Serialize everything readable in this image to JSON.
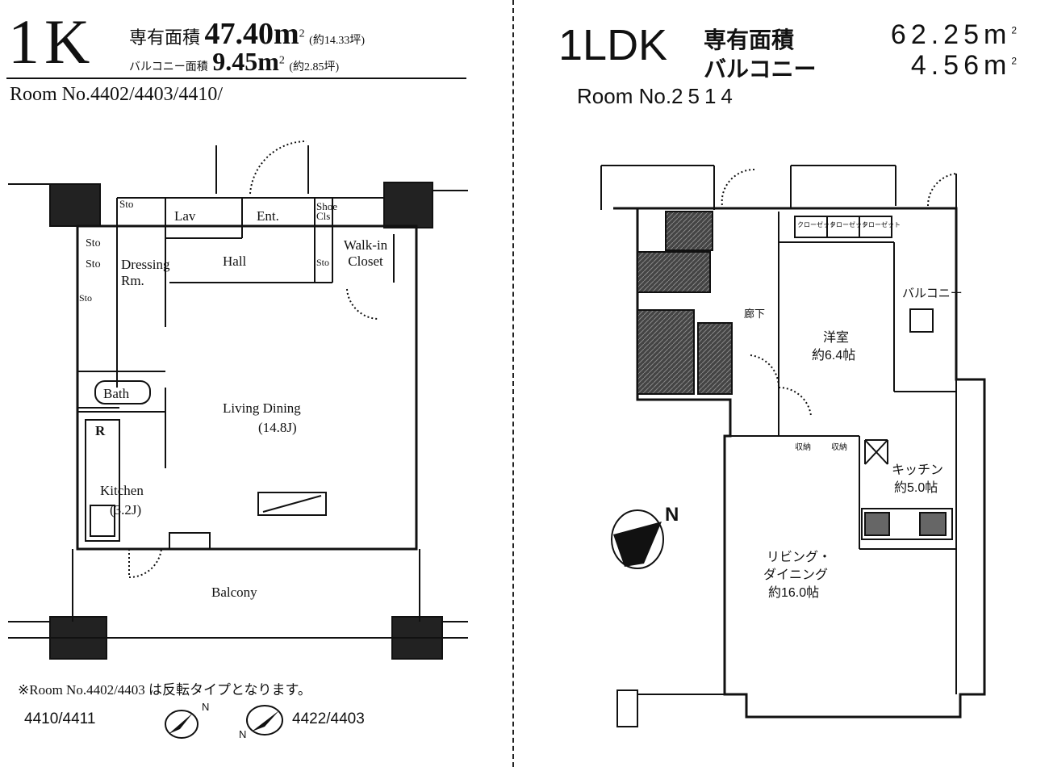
{
  "left": {
    "type": "1K",
    "exclusive_label": "専有面積",
    "exclusive_area": "47.40m",
    "exclusive_sup": "2",
    "exclusive_tsubo": "(約14.33坪)",
    "balcony_label": "バルコニー面積",
    "balcony_area": "9.45m",
    "balcony_sup": "2",
    "balcony_tsubo": "(約2.85坪)",
    "room_no": "Room No.4402/4403/4410/",
    "rooms": {
      "sto_top": "Sto",
      "lav": "Lav",
      "ent": "Ent.",
      "shoe_cls": "Shoe Cls",
      "walk_in_closet": "Walk-in Closet",
      "sto_1": "Sto",
      "sto_2": "Sto",
      "sto_side": "Sto",
      "sto_shoe": "Sto",
      "dressing_rm": "Dressing Rm.",
      "hall": "Hall",
      "bath": "Bath",
      "living_dining": "Living Dining",
      "living_dining_size": "(14.8J)",
      "r": "R",
      "kitchen": "Kitchen",
      "kitchen_size": "(3.2J)",
      "balcony": "Balcony"
    },
    "note": "※Room No.4402/4403 は反転タイプとなります。",
    "compass_a_label": "4410/4411",
    "compass_b_label": "4422/4403",
    "north": "N"
  },
  "right": {
    "type": "1LDK",
    "exclusive_label": "専有面積",
    "exclusive_area": "62.25m",
    "balcony_label": "バルコニー",
    "balcony_area": "4.56m",
    "area_sup": "2",
    "room_no_label": "Room No.",
    "room_no": "2514",
    "rooms": {
      "western_room": "洋室",
      "western_size": "約6.4帖",
      "corridor": "廊下",
      "balcony": "バルコニー",
      "kitchen": "キッチン",
      "kitchen_size": "約5.0帖",
      "living_1": "リビング・",
      "living_2": "ダイニング",
      "living_size": "約16.0帖",
      "closet_1": "クローゼット",
      "closet_2": "クローゼット",
      "closet_3": "クローゼット",
      "storage_1": "収納",
      "storage_2": "収納"
    },
    "north": "N"
  }
}
